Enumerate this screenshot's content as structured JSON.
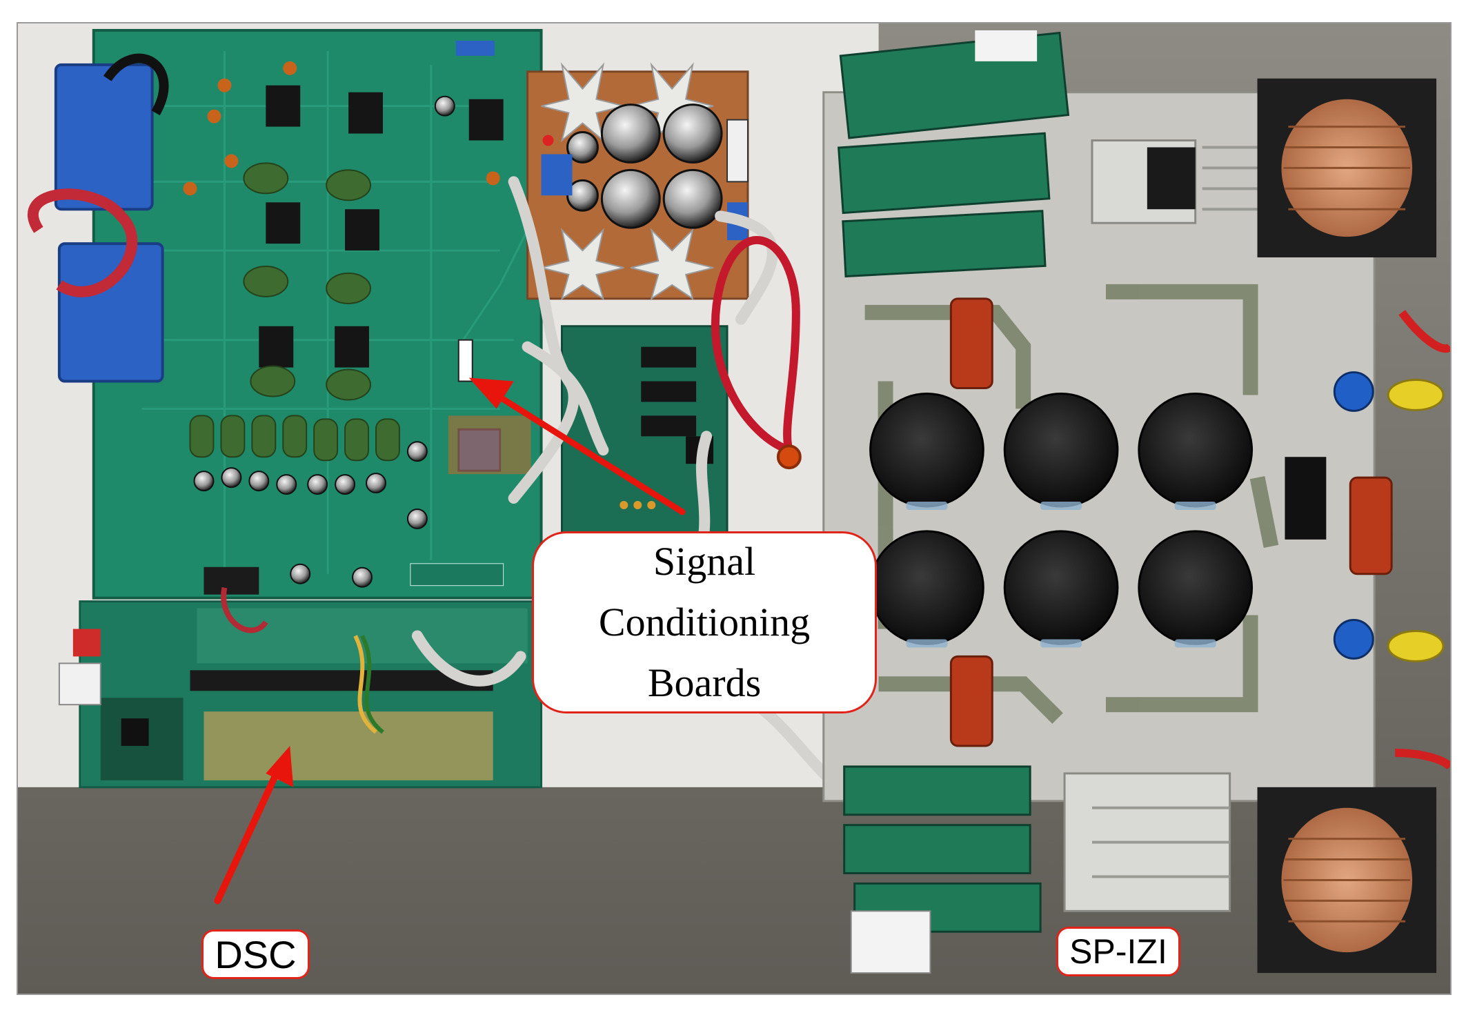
{
  "annotations": {
    "signal_conditioning": "Signal\nConditioning\nBoards",
    "dsc": "DSC",
    "sp_izi": "SP-IZI"
  },
  "colors": {
    "annotation_border": "#e2231a",
    "arrow": "#e8150c",
    "pcb_green": "#1f8a6a",
    "aluminum": "#c9c9c4",
    "capacitor": "#141414",
    "copper": "#c88a5e"
  },
  "icons": {
    "arrow_to_signal_board": "arrow-up-left-icon",
    "arrow_to_dsc": "arrow-up-icon"
  }
}
